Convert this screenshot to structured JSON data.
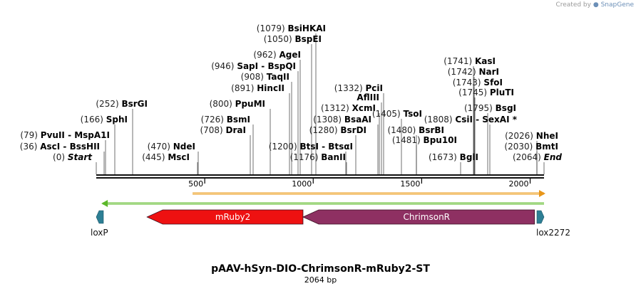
{
  "credit": {
    "prefix": "Created by",
    "brand": "SnapGene"
  },
  "title": "pAAV-hSyn-DIO-ChrimsonR-mRuby2-ST",
  "subtitle": "2064 bp",
  "sequence_length": 2064,
  "ruler_ticks": [
    "500",
    "1000",
    "1500",
    "2000"
  ],
  "sites": [
    {
      "pos": "(0)",
      "name": "Start",
      "italic": true
    },
    {
      "pos": "(36)",
      "name": "AscI  -  BssHII"
    },
    {
      "pos": "(79)",
      "name": "PvuII  -  MspA1I"
    },
    {
      "pos": "(166)",
      "name": "SphI"
    },
    {
      "pos": "(252)",
      "name": "BsrGI"
    },
    {
      "pos": "(445)",
      "name": "MscI"
    },
    {
      "pos": "(470)",
      "name": "NdeI"
    },
    {
      "pos": "(708)",
      "name": "DraI"
    },
    {
      "pos": "(726)",
      "name": "BsmI"
    },
    {
      "pos": "(800)",
      "name": "PpuMI"
    },
    {
      "pos": "(891)",
      "name": "HincII"
    },
    {
      "pos": "(908)",
      "name": "TaqII"
    },
    {
      "pos": "(946)",
      "name": "SapI  -  BspQI"
    },
    {
      "pos": "(962)",
      "name": "AgeI"
    },
    {
      "pos": "(1050)",
      "name": "BspEI"
    },
    {
      "pos": "(1079)",
      "name": "BsiHKAI"
    },
    {
      "pos": "(1176)",
      "name": "BanII"
    },
    {
      "pos": "(1200)",
      "name": "BtsI  -  BtsαI"
    },
    {
      "pos": "(1280)",
      "name": "BsrDI"
    },
    {
      "pos": "(1308)",
      "name": "BsaAI"
    },
    {
      "pos": "(1312)",
      "name": "XcmI"
    },
    {
      "pos": "",
      "name": "AflIII"
    },
    {
      "pos": "(1332)",
      "name": "PciI"
    },
    {
      "pos": "(1405)",
      "name": "TsoI"
    },
    {
      "pos": "(1480)",
      "name": "BsrBI"
    },
    {
      "pos": "(1481)",
      "name": "Bpu10I"
    },
    {
      "pos": "(1673)",
      "name": "BglI"
    },
    {
      "pos": "(1741)",
      "name": "KasI"
    },
    {
      "pos": "(1742)",
      "name": "NarI"
    },
    {
      "pos": "(1743)",
      "name": "SfoI"
    },
    {
      "pos": "(1745)",
      "name": "PluTI"
    },
    {
      "pos": "(1795)",
      "name": "BsgI"
    },
    {
      "pos": "(1808)",
      "name": "CsiI  -  SexAI *"
    },
    {
      "pos": "(2026)",
      "name": "NheI"
    },
    {
      "pos": "(2030)",
      "name": "BmtI"
    },
    {
      "pos": "(2064)",
      "name": "End",
      "italic": true
    }
  ],
  "features": [
    {
      "name": "mRuby2",
      "direction": "left",
      "start": 234,
      "end": 953,
      "color": "#ee1111"
    },
    {
      "name": "ChrimsonR",
      "direction": "left",
      "start": 953,
      "end": 2020,
      "color": "#8e3062"
    },
    {
      "name": "loxP",
      "direction": "left",
      "start": 0,
      "end": 30,
      "color": "#2d7f95"
    },
    {
      "name": "lox2272",
      "direction": "right",
      "start": 2034,
      "end": 2064,
      "color": "#2d7f95"
    }
  ],
  "orf_bars": [
    {
      "direction": "right",
      "start": 444,
      "end": 2064,
      "color": "#e8961a"
    },
    {
      "direction": "left",
      "start": 30,
      "end": 2064,
      "color": "#5cb82a"
    }
  ],
  "colors": {
    "backbone": "#111111",
    "orange": "#e8961a",
    "green": "#5cb82a",
    "red": "#ee1111",
    "purple": "#8e3062",
    "teal": "#2d7f95"
  }
}
